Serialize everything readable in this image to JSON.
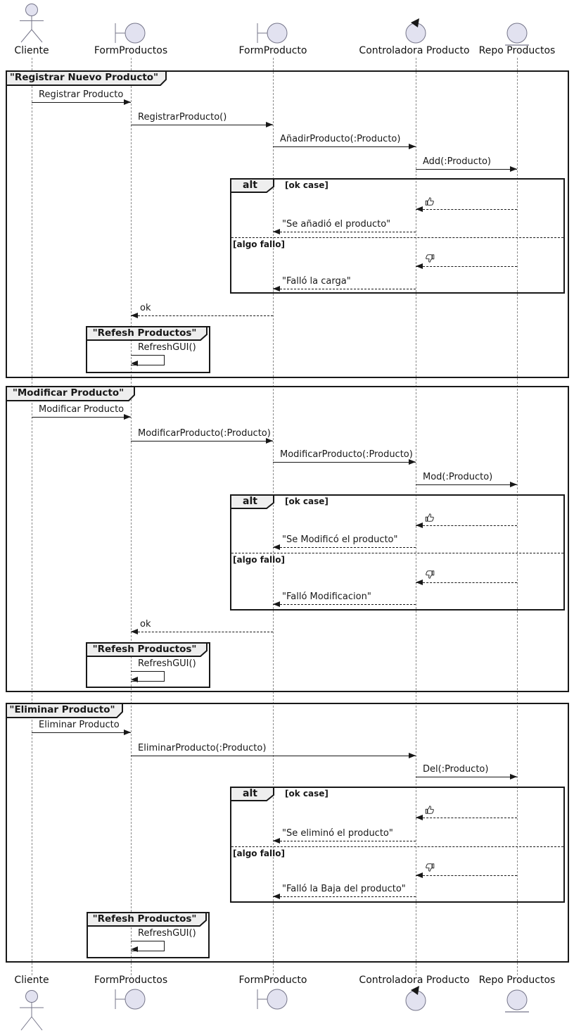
{
  "participants": [
    {
      "label": "Cliente",
      "type": "actor"
    },
    {
      "label": "FormProductos",
      "type": "boundary"
    },
    {
      "label": "FormProducto",
      "type": "boundary"
    },
    {
      "label": "Controladora Producto",
      "type": "control"
    },
    {
      "label": "Repo Productos",
      "type": "entity"
    }
  ],
  "alt": {
    "label": "alt",
    "ok_guard": "[ok case]",
    "fail_guard": "[algo fallo]"
  },
  "icons": {
    "thumbs_up": "👍",
    "thumbs_down": "👎"
  },
  "f1": {
    "title": "\"Registrar Nuevo Producto\"",
    "m1": "Registrar Producto",
    "m2": "RegistrarProducto()",
    "m3": "AñadirProducto(:Producto)",
    "m4": "Add(:Producto)",
    "ok_reply": "\"Se añadió el producto\"",
    "fail_reply": "\"Falló la carga\"",
    "ok": "ok"
  },
  "f2": {
    "title": "\"Modificar Producto\"",
    "m1": "Modificar Producto",
    "m2": "ModificarProducto(:Producto)",
    "m3": "ModificarProducto(:Producto)",
    "m4": "Mod(:Producto)",
    "ok_reply": "\"Se Modificó el producto\"",
    "fail_reply": "\"Falló Modificacion\"",
    "ok": "ok"
  },
  "f3": {
    "title": "\"Eliminar Producto\"",
    "m1": "Eliminar Producto",
    "m2": "EliminarProducto(:Producto)",
    "m3": "Del(:Producto)",
    "ok_reply": "\"Se eliminó el producto\"",
    "fail_reply": "\"Falló la Baja del producto\""
  },
  "refresh": {
    "title": "\"Refesh Productos\"",
    "message": "RefreshGUI()"
  },
  "colors": {
    "stroke": "#181818",
    "participant_fill": "#E2E2F0",
    "tab_bg": "#EEEEEE",
    "lifeline": "#8a8a8a"
  }
}
